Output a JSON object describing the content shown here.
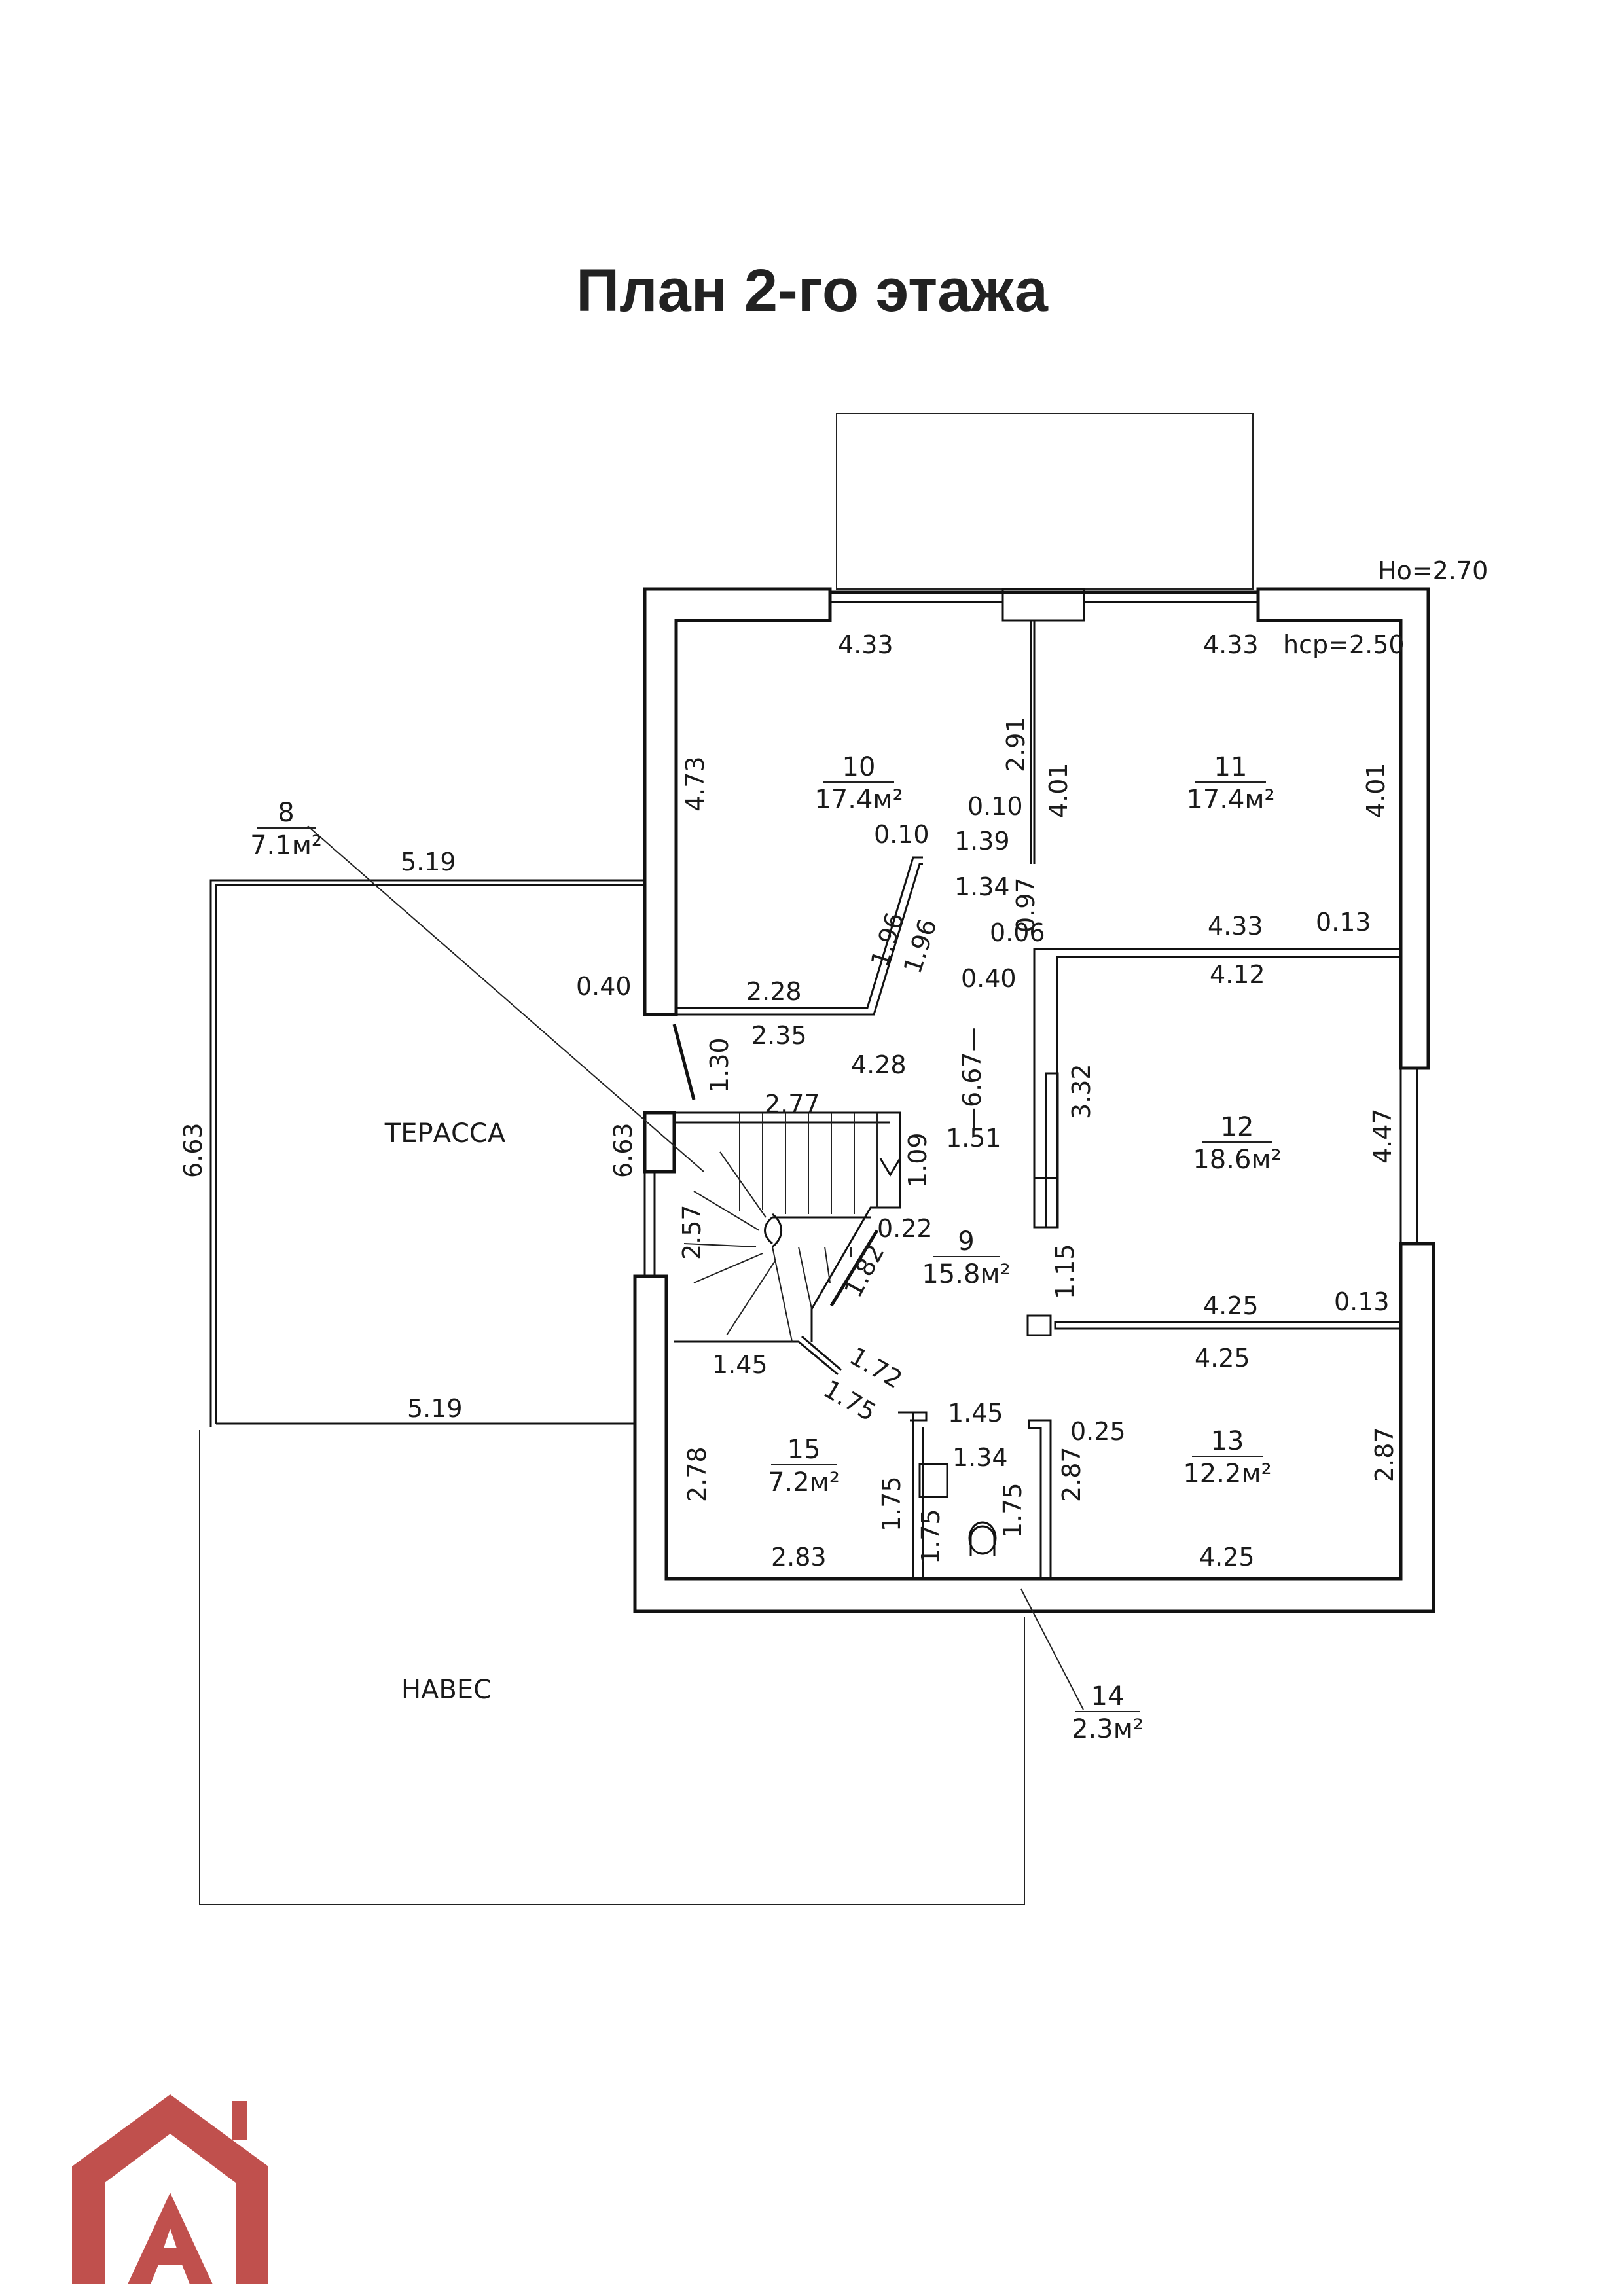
{
  "title": "План 2-го этажа",
  "levels": {
    "ho": "Hо=2.70",
    "hcp": "hср=2.50"
  },
  "zones": {
    "terrace": "ТЕРАССА",
    "canopy": "НАВЕС"
  },
  "rooms": [
    {
      "num": "8",
      "area": "7.1м²"
    },
    {
      "num": "9",
      "area": "15.8м²"
    },
    {
      "num": "10",
      "area": "17.4м²"
    },
    {
      "num": "11",
      "area": "17.4м²"
    },
    {
      "num": "12",
      "area": "18.6м²"
    },
    {
      "num": "13",
      "area": "12.2м²"
    },
    {
      "num": "14",
      "area": "2.3м²"
    },
    {
      "num": "15",
      "area": "7.2м²"
    }
  ],
  "dims": {
    "d_433a": "4.33",
    "d_433b": "4.33",
    "d_473": "4.73",
    "d_291": "2.91",
    "d_401a": "4.01",
    "d_401b": "4.01",
    "d_010a": "0.10",
    "d_010b": "0.10",
    "d_139": "1.39",
    "d_134a": "1.34",
    "d_097": "0.97",
    "d_006": "0.06",
    "d_196a": "1.96",
    "d_196b": "1.96",
    "d_433c": "4.33",
    "d_013a": "0.13",
    "d_412": "4.12",
    "d_040a": "0.40",
    "d_040b": "0.40",
    "d_228": "2.28",
    "d_235": "2.35",
    "d_130": "1.30",
    "d_428": "4.28",
    "d_667": "—6.67—",
    "d_332": "3.32",
    "d_519a": "5.19",
    "d_663a": "6.63",
    "d_663b": "6.63",
    "d_277": "2.77",
    "d_109": "1.09",
    "d_151": "1.51",
    "d_447": "4.47",
    "d_257": "2.57",
    "d_022": "0.22",
    "d_182": "1.82",
    "d_115": "1.15",
    "d_425a": "4.25",
    "d_013b": "0.13",
    "d_425b": "4.25",
    "d_145a": "1.45",
    "d_172": "1.72",
    "d_175a": "1.75",
    "d_519b": "5.19",
    "d_145b": "1.45",
    "d_025": "0.25",
    "d_134b": "1.34",
    "d_278": "2.78",
    "d_287a": "2.87",
    "d_287b": "2.87",
    "d_175b": "1.75",
    "d_175c": "1.75",
    "d_175d": "1.75",
    "d_283": "2.83",
    "d_425c": "4.25"
  },
  "colors": {
    "ink": "#111111",
    "logo": "#c0504d"
  },
  "logo": {
    "icon": "house-logo-icon"
  }
}
